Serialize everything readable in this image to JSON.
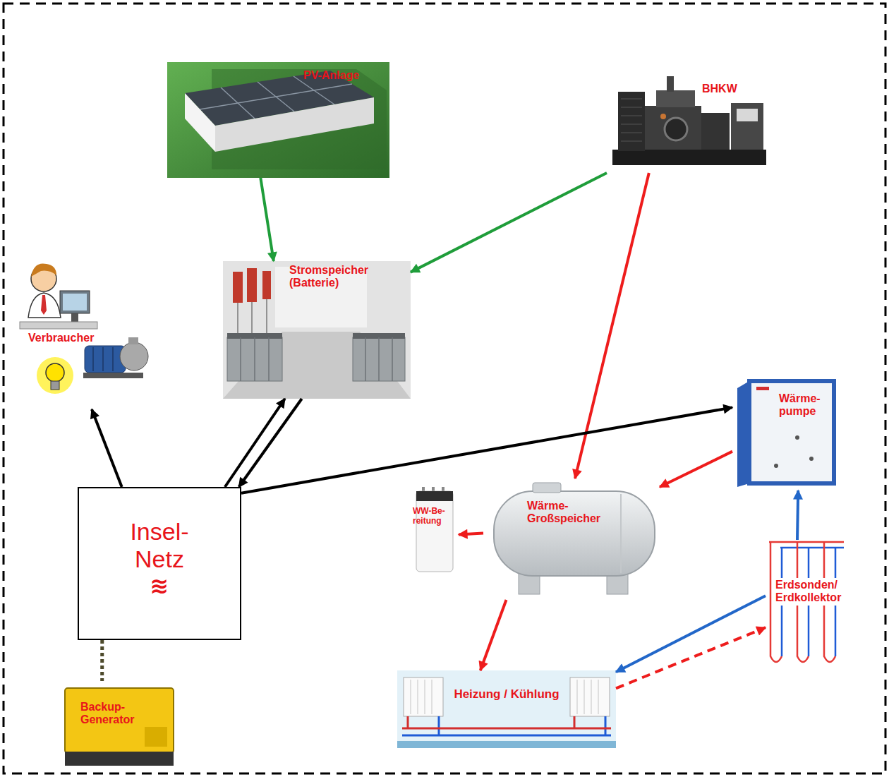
{
  "diagram": {
    "nodes": [
      {
        "text": [
          "PV-Anlage"
        ]
      },
      {
        "text": [
          "BHKW"
        ]
      },
      {
        "text": [
          "Stromspeicher (Batterie)"
        ]
      },
      {
        "text": [
          "Verbraucher"
        ]
      },
      {
        "text": [
          "Wärme- pumpe"
        ]
      },
      {
        "text": [
          "Insel- Netz",
          "≋"
        ]
      },
      {
        "text": [
          "Wärme- Großspeicher"
        ]
      },
      {
        "text": [
          "WW-Be- reitung"
        ]
      },
      {
        "text": [
          "Erdsonden/ Erdkollektor"
        ]
      },
      {
        "text": [
          "Heizung / Kühlung"
        ]
      },
      {
        "text": [
          "Backup- Generator"
        ]
      }
    ],
    "edges": [
      {
        "from": 0,
        "to": 2,
        "arrow": "to"
      },
      {
        "from": 1,
        "to": 2,
        "arrow": "to"
      },
      {
        "from": 1,
        "to": 6,
        "arrow": "to"
      },
      {
        "from": 5,
        "to": 3,
        "arrow": "to"
      },
      {
        "from": 5,
        "to": 2,
        "arrow": "to"
      },
      {
        "from": 2,
        "to": 5,
        "arrow": "to"
      },
      {
        "from": 5,
        "to": 4,
        "arrow": "to"
      },
      {
        "from": 4,
        "to": 6,
        "arrow": "to"
      },
      {
        "from": 8,
        "to": 4,
        "arrow": "to"
      },
      {
        "from": 6,
        "to": 7,
        "arrow": "to"
      },
      {
        "from": 6,
        "to": 9,
        "arrow": "to"
      },
      {
        "from": 8,
        "to": 9,
        "arrow": "to"
      },
      {
        "from": 9,
        "to": 8,
        "arrow": "to"
      },
      {
        "from": 5,
        "to": 10,
        "arrow": "none"
      }
    ]
  }
}
